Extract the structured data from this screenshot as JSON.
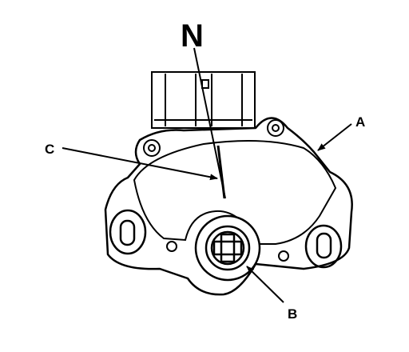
{
  "callouts": {
    "n": "N",
    "a": "A",
    "b": "B",
    "c": "C"
  },
  "colors": {
    "ink": "#000000",
    "paper": "#ffffff"
  }
}
